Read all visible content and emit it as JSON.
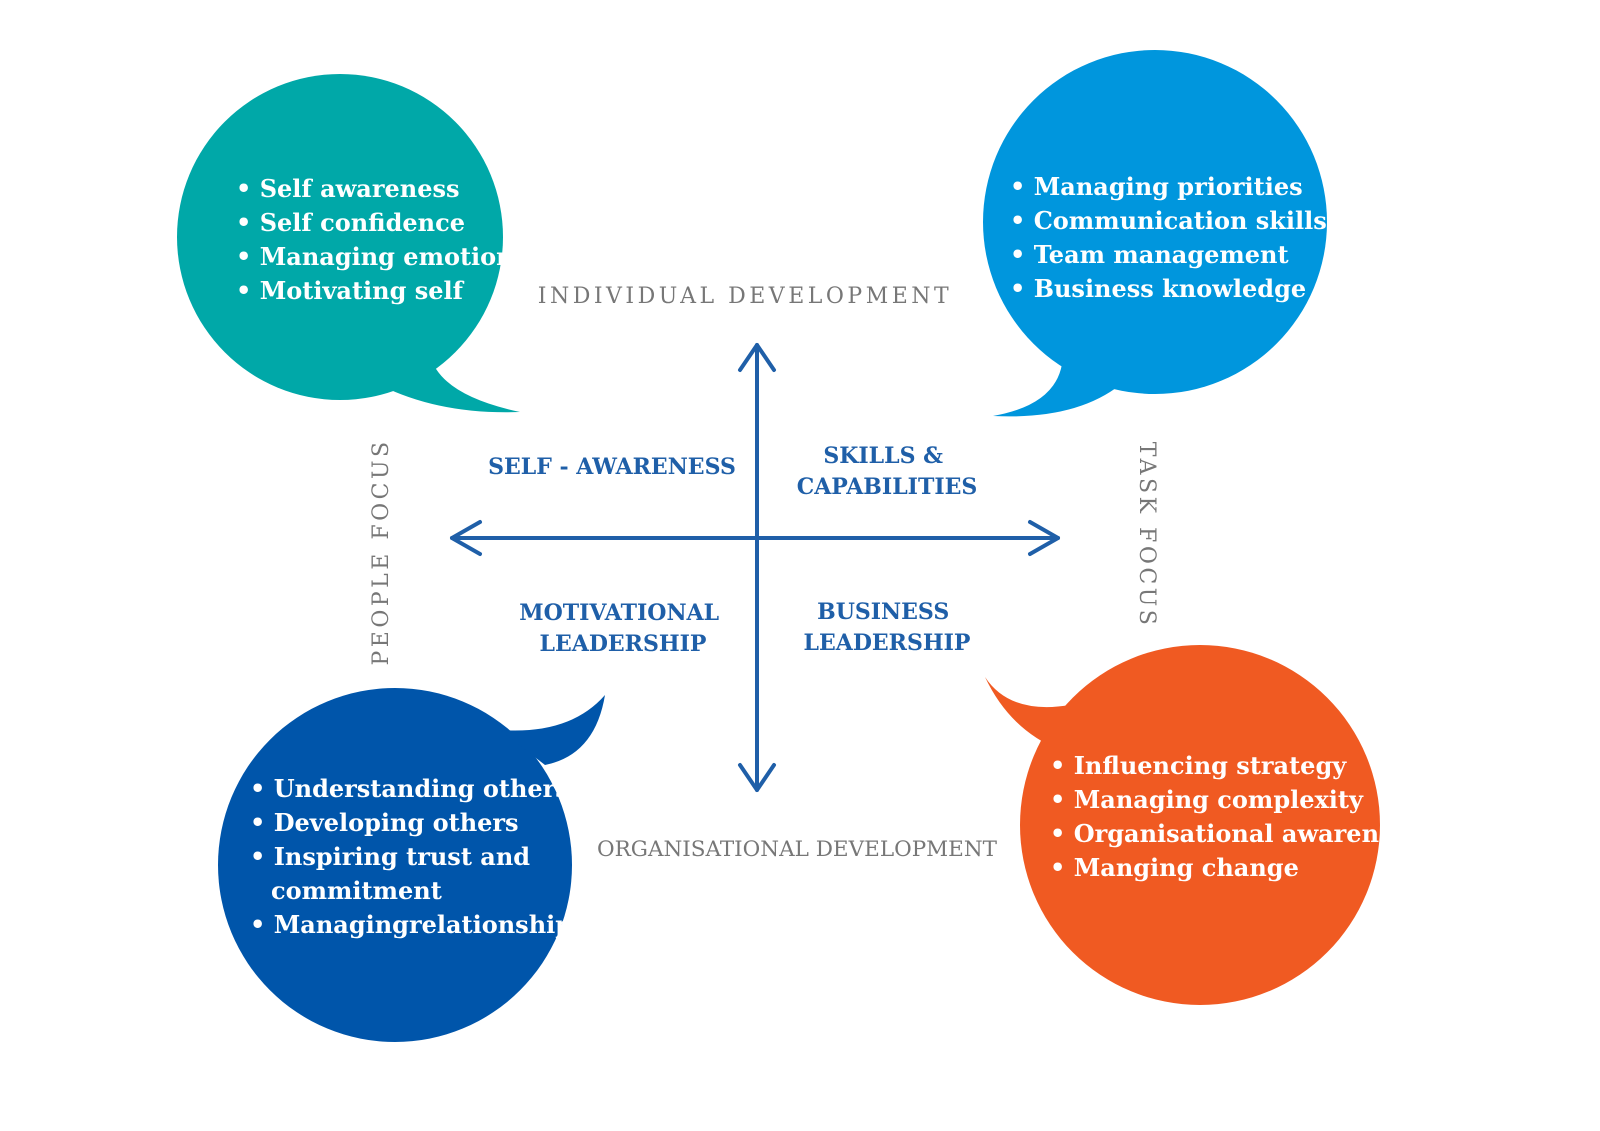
{
  "colors": {
    "teal": "#00a8a8",
    "sky_blue": "#0096dd",
    "navy_blue": "#0055aa",
    "orange": "#f05a22",
    "axis_blue": "#1f5fa8",
    "label_grey": "#777777"
  },
  "axes": {
    "top": "INDIVIDUAL DEVELOPMENT",
    "bottom": "ORGANISATIONAL DEVELOPMENT",
    "left": "PEOPLE FOCUS",
    "right": "TASK FOCUS"
  },
  "quadrants": {
    "top_left": [
      "SELF - AWARENESS"
    ],
    "top_right": [
      "SKILLS &",
      "CAPABILITIES"
    ],
    "bottom_left": [
      "MOTIVATIONAL",
      "LEADERSHIP"
    ],
    "bottom_right": [
      "BUSINESS",
      "LEADERSHIP"
    ]
  },
  "bubbles": {
    "top_left": [
      "• Self awareness",
      "• Self confidence",
      "• Managing emotions",
      "• Motivating self"
    ],
    "top_right": [
      "• Managing priorities",
      "• Communication skills",
      "• Team management",
      "• Business knowledge"
    ],
    "bottom_left": [
      "• Understanding others",
      "• Developing others",
      "• Inspiring trust and",
      "commitment",
      "• Managingrelationships"
    ],
    "bottom_right": [
      "• Influencing strategy",
      "• Managing complexity",
      "• Organisational awareness",
      "• Manging change"
    ]
  }
}
